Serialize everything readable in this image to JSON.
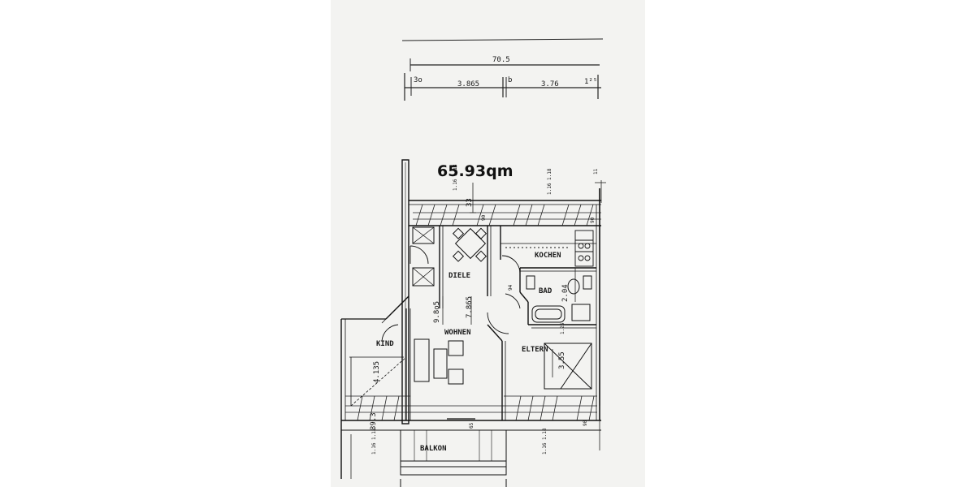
{
  "floorplan": {
    "area": "65.93qm",
    "dimensions": {
      "total_width": "70.5",
      "left_offset": "3o",
      "segment_left": "3.865",
      "mark_b": "b",
      "segment_right": "3.76",
      "end_mark": "1²⁵"
    },
    "rooms": {
      "diele": "DIELE",
      "wohnen": "WOHNEN",
      "kind": "KIND",
      "kochen": "KOCHEN",
      "bad": "BAD",
      "eltern": "ELTERN",
      "balkon": "BALKON"
    },
    "measures": {
      "wohnen_left": "9.8o5",
      "wohnen_right": "7.865",
      "kind_side": "4.135",
      "bad_side": "2.04",
      "eltern_side": "3.55",
      "bottom_left": "39.3",
      "top_33": "33",
      "window_top_left": "1.16 1.18",
      "window_top_right": "1.16 1.18",
      "window_bottom_left": "1.16 1.18",
      "window_bottom_right": "1.16 1.18",
      "bad_94": "94",
      "eltern_125": "1.25",
      "bottom_65": "65",
      "bottom_right_90": "90",
      "top_right_90": "90",
      "top_mid_90": "90",
      "corner_mark": "11"
    }
  }
}
